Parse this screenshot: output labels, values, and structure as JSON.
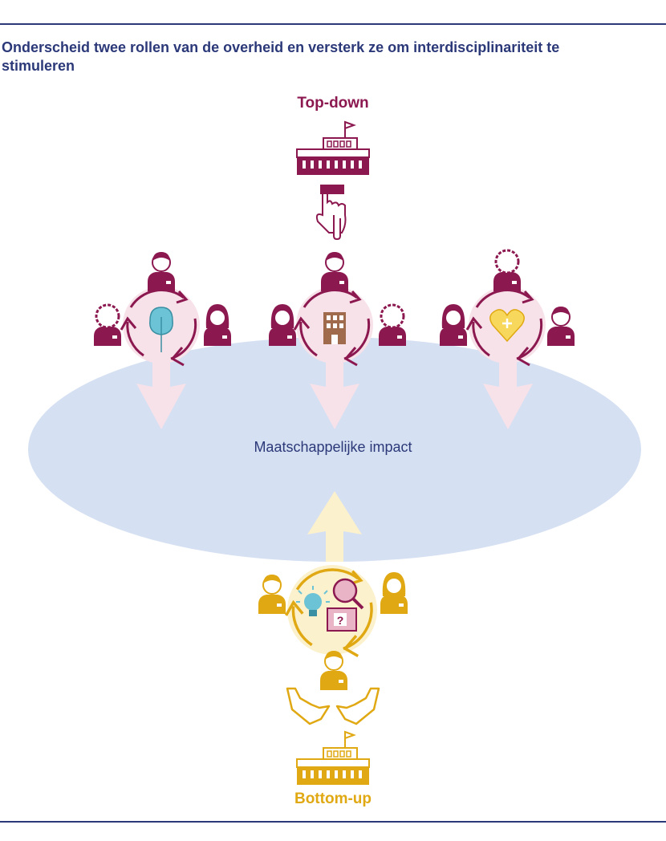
{
  "title": "Onderscheid twee rollen van de overheid en versterk ze om interdisciplinariteit te stimuleren",
  "top_label": "Top-down",
  "bottom_label": "Bottom-up",
  "center_label": "Maatschappelijke impact",
  "colors": {
    "header_rule": "#2c3979",
    "top_down": "#8c1850",
    "bottom_up": "#e0a812",
    "ellipse": "#d5e0f3",
    "pink_circle": "#f7e2e9",
    "yellow_circle": "#fcf1cd",
    "tree": "#6cc3d5",
    "heart": "#f7d85c",
    "building": "#a06a4c"
  },
  "icons": {
    "top_building": "government-building-icon",
    "top_hand": "pointing-hand-icon",
    "left_cycle": "tree-icon",
    "middle_cycle": "office-building-icon",
    "right_cycle": "heart-icon",
    "bottom_cycle": [
      "lightbulb-icon",
      "magnifier-icon",
      "question-screen-icon"
    ],
    "bottom_hands": "open-hands-icon",
    "bottom_building": "government-building-icon"
  },
  "clusters": [
    {
      "id": "environment",
      "people": 3,
      "symbol": "tree-icon"
    },
    {
      "id": "organisation",
      "people": 3,
      "symbol": "office-building-icon"
    },
    {
      "id": "health",
      "people": 3,
      "symbol": "heart-icon"
    },
    {
      "id": "innovation",
      "people": 3,
      "symbol": "idea-research-icon"
    }
  ]
}
